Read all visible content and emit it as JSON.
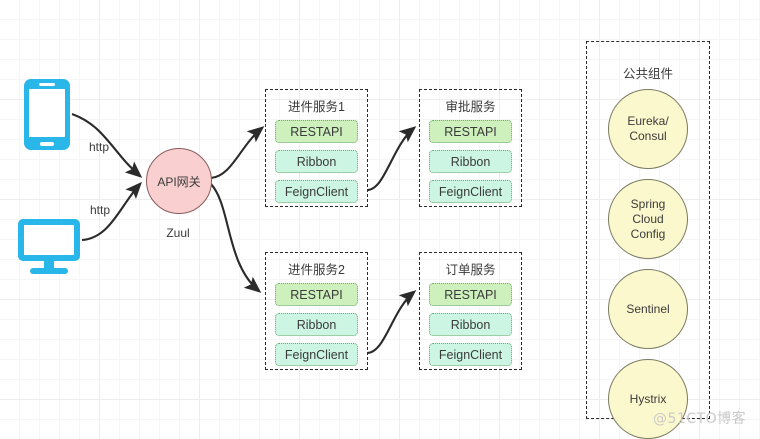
{
  "diagram": {
    "clients": [
      {
        "id": "mobile",
        "icon": "mobile-phone-icon",
        "edge_label": "http"
      },
      {
        "id": "desktop",
        "icon": "desktop-monitor-icon",
        "edge_label": "http"
      }
    ],
    "gateway": {
      "label": "API网关",
      "sublabel": "Zuul",
      "fill": "#f9cfcf",
      "stroke": "#8a5c5c"
    },
    "services": [
      {
        "id": "intake-service-1",
        "title": "进件服务1",
        "layers": [
          {
            "label": "RESTAPI",
            "style": "api"
          },
          {
            "label": "Ribbon",
            "style": "mid"
          },
          {
            "label": "FeignClient",
            "style": "mid"
          }
        ]
      },
      {
        "id": "approval-service",
        "title": "审批服务",
        "layers": [
          {
            "label": "RESTAPI",
            "style": "api"
          },
          {
            "label": "Ribbon",
            "style": "mid"
          },
          {
            "label": "FeignClient",
            "style": "mid"
          }
        ]
      },
      {
        "id": "intake-service-2",
        "title": "进件服务2",
        "layers": [
          {
            "label": "RESTAPI",
            "style": "api"
          },
          {
            "label": "Ribbon",
            "style": "mid"
          },
          {
            "label": "FeignClient",
            "style": "mid"
          }
        ]
      },
      {
        "id": "order-service",
        "title": "订单服务",
        "layers": [
          {
            "label": "RESTAPI",
            "style": "api"
          },
          {
            "label": "Ribbon",
            "style": "mid"
          },
          {
            "label": "FeignClient",
            "style": "mid"
          }
        ]
      }
    ],
    "common_components": {
      "title": "公共组件",
      "fill": "#fcf8cd",
      "stroke": "#7a7a62",
      "items": [
        {
          "label": "Eureka/\nConsul",
          "line1": "Eureka/",
          "line2": "Consul",
          "line3": ""
        },
        {
          "label": "Spring Cloud Config",
          "line1": "Spring",
          "line2": "Cloud",
          "line3": "Config"
        },
        {
          "label": "Sentinel",
          "line1": "Sentinel",
          "line2": "",
          "line3": ""
        },
        {
          "label": "Hystrix",
          "line1": "Hystrix",
          "line2": "",
          "line3": ""
        }
      ]
    },
    "colors": {
      "api_fill": "#cdf0bd",
      "mid_fill": "#ccf5e3",
      "layer_border": "#6ea86e",
      "service_border": "#2b2b2b",
      "client_icon": "#29b6e8",
      "connector": "#2b2b2b"
    },
    "watermark": "@51CTO博客"
  }
}
